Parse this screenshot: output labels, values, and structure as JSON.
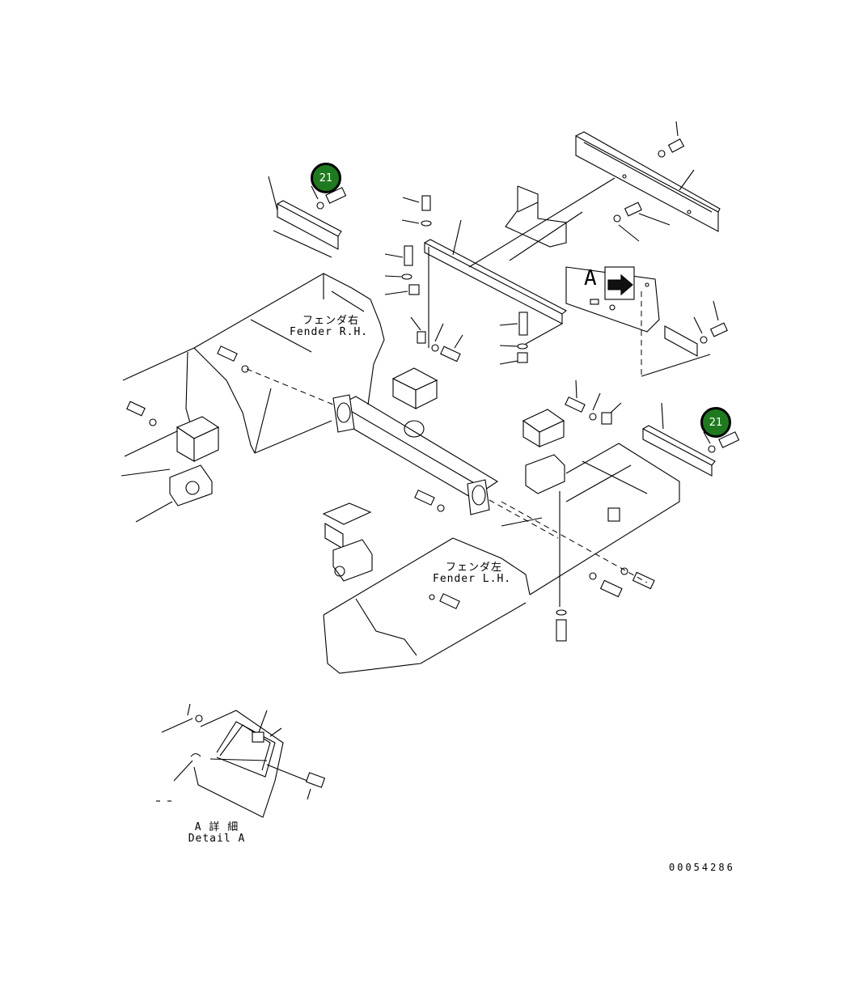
{
  "labels": {
    "fender_rh_jp": "フェンダ右",
    "fender_rh_en": "Fender R.H.",
    "fender_lh_jp": "フェンダ左",
    "fender_lh_en": "Fender L.H.",
    "detail_jp": "A 詳 細",
    "detail_en": "Detail A",
    "detail_marker": "A"
  },
  "callouts": [
    {
      "number": "21",
      "color": "#1f7a1f"
    },
    {
      "number": "21",
      "color": "#1f7a1f"
    }
  ],
  "drawing_number": "00054286"
}
